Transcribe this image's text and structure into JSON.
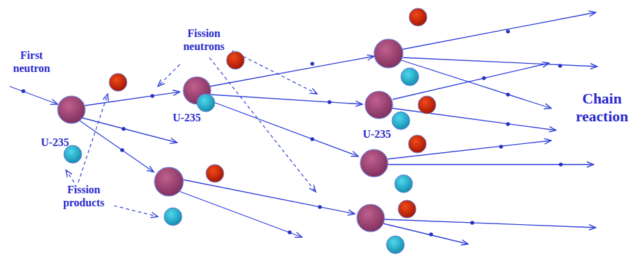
{
  "diagram": {
    "labels": [
      "First neutron",
      "Fission neutrons",
      "U-235",
      "U-235",
      "U-235",
      "Fission products",
      "Chain reaction"
    ]
  }
}
